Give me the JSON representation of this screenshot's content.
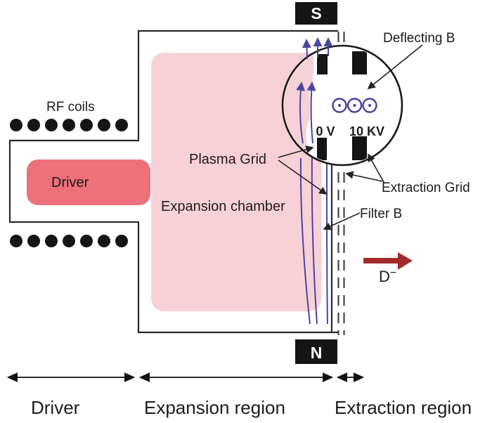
{
  "figure": {
    "type": "schematic-diagram",
    "subject": "RF-driven negative ion source with expansion chamber and extraction region",
    "coil_rows": 2,
    "coil_turns_per_row": 7,
    "b_out_of_plane_symbols": 3,
    "colors": {
      "chamber_fill": "#f8d1d7",
      "driver_fill": "#ee707a",
      "field_line_blue": "#4747a3",
      "beam_arrow_red": "#a32a2a",
      "magnet_black": "#151515",
      "outline": "#2a2a2a",
      "text": "#1c1c1c"
    }
  },
  "labels": {
    "rf_coils": "RF coils",
    "driver_box": "Driver",
    "plasma_grid": "Plasma Grid",
    "expansion_chamber": "Expansion chamber",
    "deflecting_b": "Deflecting B",
    "extraction_grid": "Extraction Grid",
    "filter_b": "Filter B",
    "magnet_top": "S",
    "magnet_bottom": "N",
    "plasma_grid_voltage": "0 V",
    "extraction_grid_voltage": "10 KV",
    "beam_species_base": "D",
    "beam_species_charge": "−"
  },
  "regions": {
    "driver_label": "Driver",
    "expansion_label": "Expansion region",
    "extraction_label": "Extraction region"
  }
}
